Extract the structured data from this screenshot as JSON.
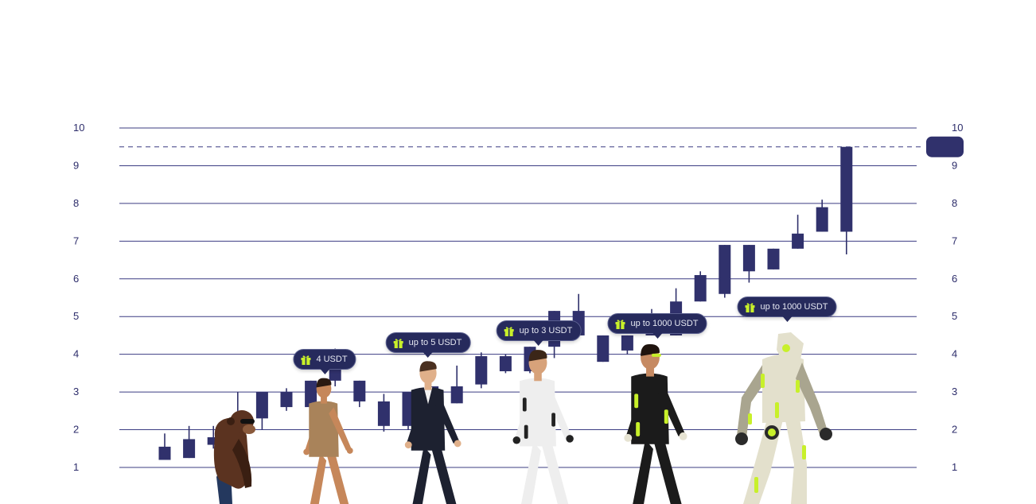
{
  "chart_data": {
    "type": "candlestick",
    "ylim": [
      1,
      10
    ],
    "y_ticks_left": [
      "1",
      "2",
      "3",
      "4",
      "5",
      "6",
      "7",
      "8",
      "9",
      "10"
    ],
    "y_ticks_right": [
      "1",
      "2",
      "3",
      "4",
      "5",
      "6",
      "7",
      "8",
      "9",
      "10"
    ],
    "grid": true,
    "current_price_line": 9.5,
    "colors": {
      "candle": "#30316c",
      "grid": "#3b3c82",
      "tick": "#2d2d6b",
      "badge_bg": "#262a5c",
      "gift": "#c8f02a"
    },
    "candles": [
      {
        "o": 1.2,
        "c": 1.55,
        "l": 1.2,
        "h": 1.9
      },
      {
        "o": 1.25,
        "c": 1.75,
        "l": 1.25,
        "h": 2.1
      },
      {
        "o": 1.6,
        "c": 1.8,
        "l": 1.5,
        "h": 2.1
      },
      {
        "o": 1.6,
        "c": 2.3,
        "l": 1.5,
        "h": 3.0
      },
      {
        "o": 2.3,
        "c": 3.0,
        "l": 2.0,
        "h": 3.0
      },
      {
        "o": 2.6,
        "c": 3.0,
        "l": 2.5,
        "h": 3.1
      },
      {
        "o": 2.6,
        "c": 3.3,
        "l": 2.5,
        "h": 3.3
      },
      {
        "o": 3.3,
        "c": 3.65,
        "l": 3.15,
        "h": 4.15
      },
      {
        "o": 3.3,
        "c": 2.75,
        "l": 2.6,
        "h": 3.3
      },
      {
        "o": 2.75,
        "c": 2.1,
        "l": 1.95,
        "h": 2.95
      },
      {
        "o": 2.1,
        "c": 3.0,
        "l": 2.0,
        "h": 3.0
      },
      {
        "o": 3.15,
        "c": 1.95,
        "l": 1.8,
        "h": 3.15
      },
      {
        "o": 2.7,
        "c": 3.15,
        "l": 2.7,
        "h": 3.7
      },
      {
        "o": 3.2,
        "c": 3.95,
        "l": 3.1,
        "h": 4.05
      },
      {
        "o": 3.55,
        "c": 3.95,
        "l": 3.5,
        "h": 4.0
      },
      {
        "o": 3.55,
        "c": 4.2,
        "l": 3.5,
        "h": 4.2
      },
      {
        "o": 4.2,
        "c": 5.15,
        "l": 3.9,
        "h": 5.15
      },
      {
        "o": 4.5,
        "c": 5.15,
        "l": 4.5,
        "h": 5.6
      },
      {
        "o": 3.8,
        "c": 4.5,
        "l": 3.8,
        "h": 4.5
      },
      {
        "o": 4.5,
        "c": 4.1,
        "l": 4.0,
        "h": 4.5
      },
      {
        "o": 4.5,
        "c": 5.0,
        "l": 4.5,
        "h": 5.2
      },
      {
        "o": 4.5,
        "c": 5.4,
        "l": 4.5,
        "h": 5.75
      },
      {
        "o": 5.4,
        "c": 6.1,
        "l": 5.4,
        "h": 6.2
      },
      {
        "o": 5.6,
        "c": 6.9,
        "l": 5.5,
        "h": 6.9
      },
      {
        "o": 6.2,
        "c": 6.9,
        "l": 5.9,
        "h": 6.9
      },
      {
        "o": 6.25,
        "c": 6.8,
        "l": 6.25,
        "h": 6.8
      },
      {
        "o": 6.8,
        "c": 7.2,
        "l": 6.8,
        "h": 7.7
      },
      {
        "o": 7.25,
        "c": 7.9,
        "l": 7.25,
        "h": 8.1
      },
      {
        "o": 7.25,
        "c": 9.5,
        "l": 6.65,
        "h": 9.5
      }
    ],
    "badges": [
      {
        "label": "4 USDT"
      },
      {
        "label": "up to 5 USDT"
      },
      {
        "label": "up to 3 USDT"
      },
      {
        "label": "up to 1000 USDT"
      },
      {
        "label": "up to 1000 USDT"
      }
    ],
    "figures": [
      {
        "icon": "chimpanzee-icon",
        "palette": {
          "skin": "#5b3320",
          "dark": "#3a1f12",
          "cloth": "#24385e",
          "glasses": "#111111"
        }
      },
      {
        "icon": "early-human-icon",
        "palette": {
          "skin": "#c6875a",
          "hair": "#2a1a12",
          "cloth": "#a9835a",
          "dark": "#6b4a2c"
        }
      },
      {
        "icon": "businessman-icon",
        "palette": {
          "skin": "#e0b08a",
          "hair": "#4a3020",
          "cloth": "#1d2130",
          "shirt": "#f2f2f2",
          "accent": "#c8f02a"
        }
      },
      {
        "icon": "space-suit-man-icon",
        "palette": {
          "skin": "#d7a27a",
          "hair": "#3b2618",
          "cloth": "#eeeeee",
          "dark": "#222222"
        }
      },
      {
        "icon": "cyber-suit-man-icon",
        "palette": {
          "skin": "#c68a62",
          "hair": "#20140e",
          "cloth": "#1b1b1b",
          "light": "#e6e3d2",
          "accent": "#c8f02a"
        }
      },
      {
        "icon": "robot-icon",
        "palette": {
          "cloth": "#e3e0cc",
          "dark": "#2a2a2a",
          "accent": "#c8f02a",
          "shade": "#a9a58f"
        }
      }
    ]
  }
}
